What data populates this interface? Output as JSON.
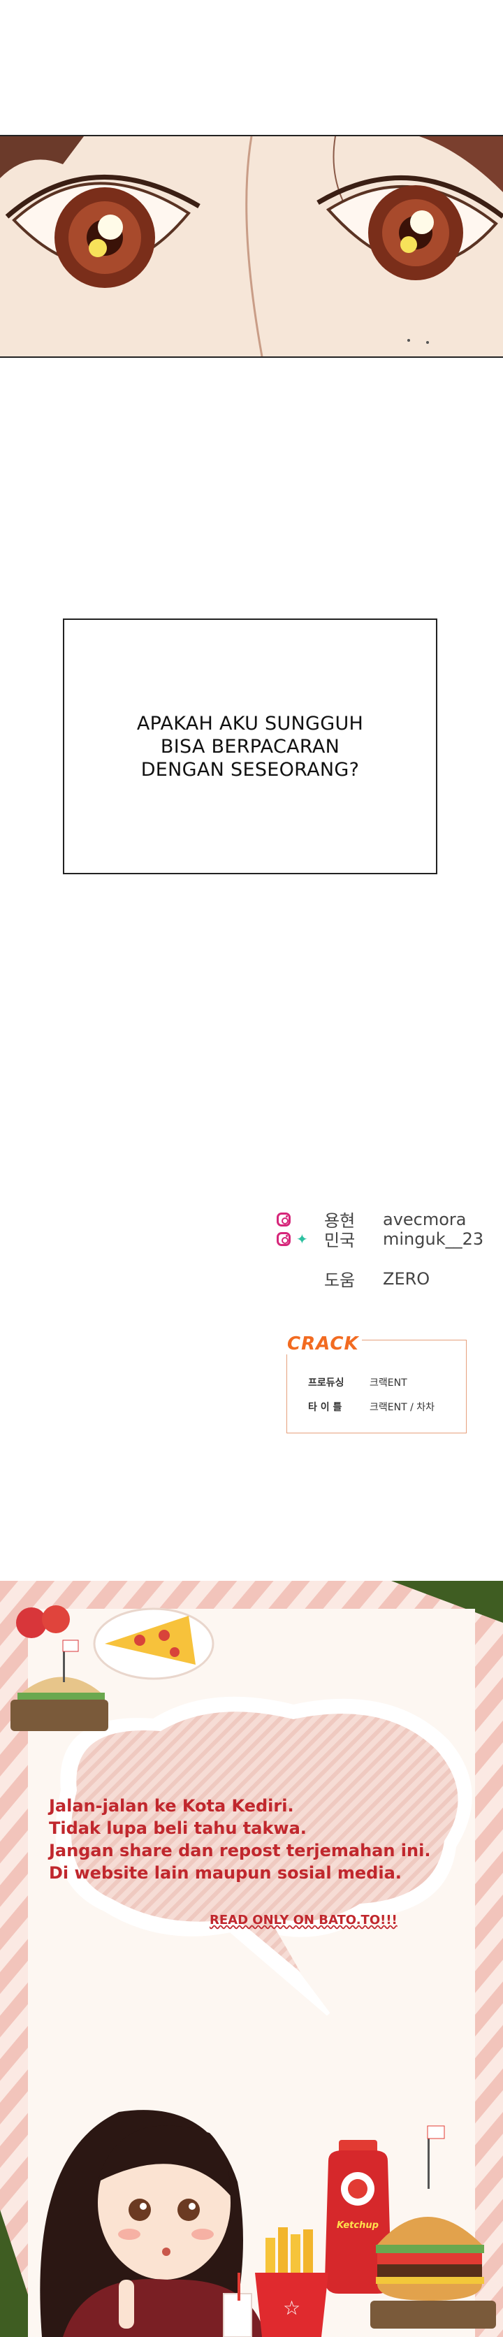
{
  "narration": {
    "lines": [
      "APAKAH AKU SUNGGUH",
      "BISA BERPACARAN",
      "DENGAN SESEORANG?"
    ]
  },
  "credits": {
    "rows": [
      {
        "role": "용현",
        "name": "avecmora",
        "icons": [
          "instagram-icon"
        ]
      },
      {
        "role": "민국",
        "name": "minguk__23",
        "icons": [
          "instagram-icon",
          "twitter-icon"
        ]
      },
      {
        "role": "도움",
        "name": "ZERO",
        "icons": []
      }
    ],
    "card": {
      "logo": "CRACK",
      "rows": [
        {
          "label": "프로듀싱",
          "value": "크랙ENT"
        },
        {
          "label": "타 이 틀",
          "value": "크랙ENT / 차차"
        }
      ]
    }
  },
  "promo": {
    "message_lines": [
      "Jalan-jalan ke Kota Kediri.",
      "Tidak lupa beli tahu takwa.",
      "Jangan share dan repost terjemahan ini.",
      "Di website lain maupun sosial media."
    ],
    "read_only": "READ ONLY ON BATO.TO!!!",
    "ketchup_label": "Ketchup"
  },
  "colors": {
    "accent_pink": "#d6267a",
    "accent_orange": "#f26b21",
    "promo_red": "#c0272d"
  }
}
